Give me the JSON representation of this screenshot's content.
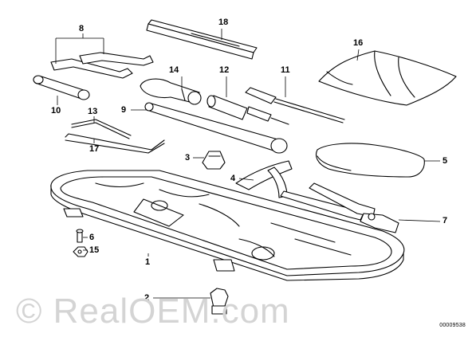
{
  "diagram": {
    "callouts": [
      {
        "id": "c1",
        "label": "1"
      },
      {
        "id": "c2",
        "label": "2"
      },
      {
        "id": "c3",
        "label": "3"
      },
      {
        "id": "c4",
        "label": "4"
      },
      {
        "id": "c5",
        "label": "5"
      },
      {
        "id": "c6",
        "label": "6"
      },
      {
        "id": "c7",
        "label": "7"
      },
      {
        "id": "c8",
        "label": "8"
      },
      {
        "id": "c9",
        "label": "9"
      },
      {
        "id": "c10",
        "label": "10"
      },
      {
        "id": "c11",
        "label": "11"
      },
      {
        "id": "c12",
        "label": "12"
      },
      {
        "id": "c13",
        "label": "13"
      },
      {
        "id": "c14",
        "label": "14"
      },
      {
        "id": "c15",
        "label": "15"
      },
      {
        "id": "c16",
        "label": "16"
      },
      {
        "id": "c17",
        "label": "17"
      },
      {
        "id": "c18",
        "label": "18"
      }
    ],
    "diagram_code": "00009538",
    "watermark": "© RealOEM.com"
  }
}
